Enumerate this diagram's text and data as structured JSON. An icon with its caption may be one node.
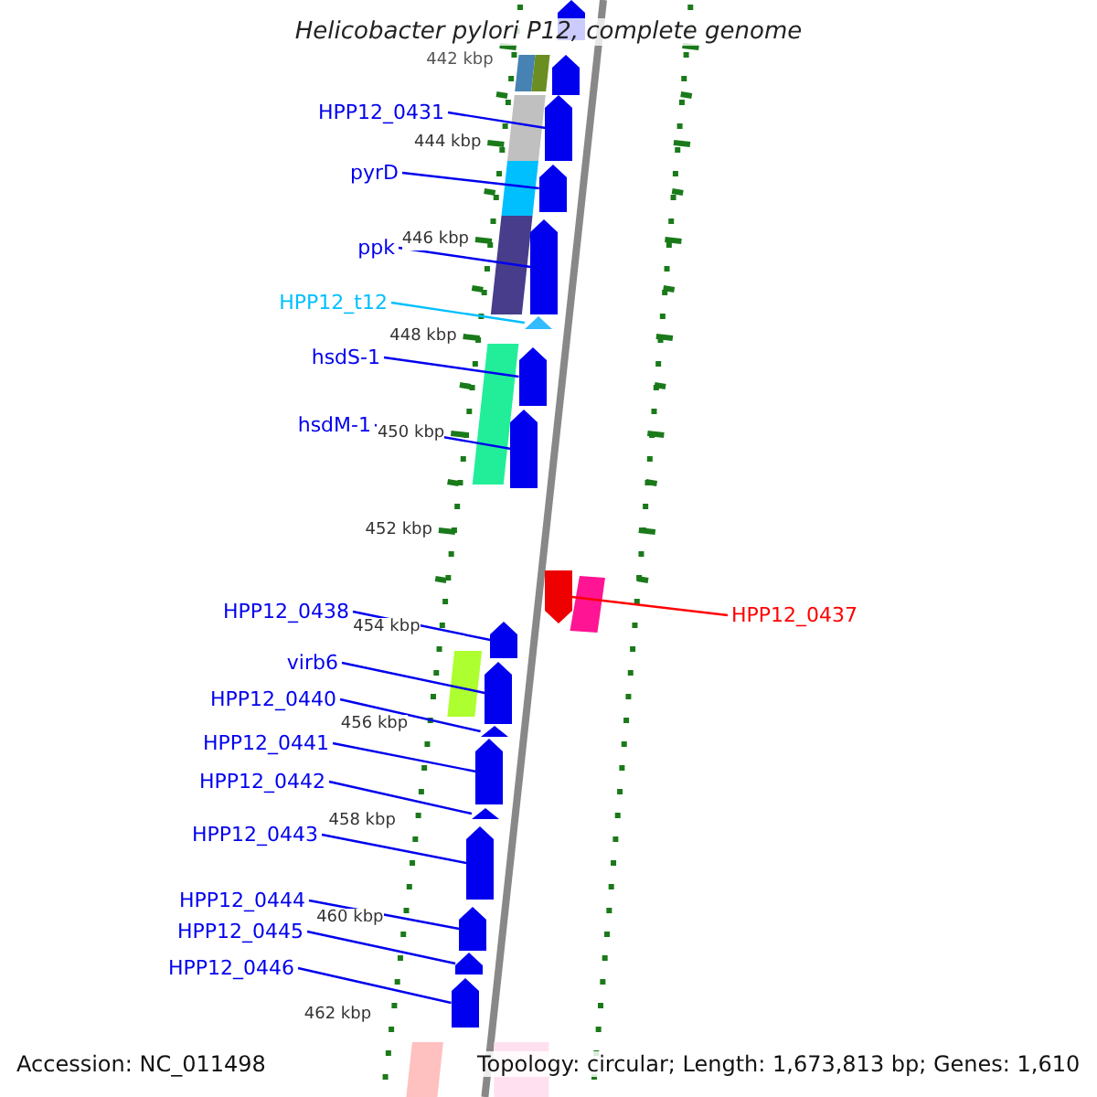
{
  "diagram": {
    "title": "Helicobacter pylori P12, complete genome",
    "nodes": [
      {
        "text": [
          "HPP12_0431"
        ]
      },
      {
        "text": [
          "pyrD"
        ]
      },
      {
        "text": [
          "ppk"
        ]
      },
      {
        "text": [
          "HPP12_t12"
        ]
      },
      {
        "text": [
          "hsdS-1"
        ]
      },
      {
        "text": [
          "hsdM-1"
        ]
      },
      {
        "text": [
          "HPP12_0437"
        ]
      },
      {
        "text": [
          "HPP12_0438"
        ]
      },
      {
        "text": [
          "virb6"
        ]
      },
      {
        "text": [
          "HPP12_0440"
        ]
      },
      {
        "text": [
          "HPP12_0441"
        ]
      },
      {
        "text": [
          "HPP12_0442"
        ]
      },
      {
        "text": [
          "HPP12_0443"
        ]
      },
      {
        "text": [
          "HPP12_0444"
        ]
      },
      {
        "text": [
          "HPP12_0445"
        ]
      },
      {
        "text": [
          "HPP12_0446"
        ]
      },
      {
        "text": [],
        "shape": "arrow"
      },
      {
        "text": [],
        "shape": "arrow"
      },
      {
        "text": [],
        "shape": "arrow"
      },
      {
        "text": [],
        "shape": "arrow"
      },
      {
        "text": [],
        "shape": "arrow"
      },
      {
        "text": [],
        "shape": "arrow"
      },
      {
        "text": [],
        "shape": "arrow"
      },
      {
        "text": [],
        "shape": "arrow"
      },
      {
        "text": [],
        "shape": "arrow"
      },
      {
        "text": [],
        "shape": "arrow"
      },
      {
        "text": [],
        "shape": "arrow"
      },
      {
        "text": [],
        "shape": "arrow"
      },
      {
        "text": [],
        "shape": "arrow"
      },
      {
        "text": [],
        "shape": "arrow"
      },
      {
        "text": [],
        "shape": "arrow"
      },
      {
        "text": [],
        "shape": "arrow"
      },
      {
        "text": [],
        "shape": "arrow"
      },
      {
        "text": [],
        "shape": "arrow"
      }
    ],
    "edges": [
      {
        "from": 0,
        "to": 16,
        "arrow": "none"
      },
      {
        "from": 1,
        "to": 17,
        "arrow": "none"
      },
      {
        "from": 2,
        "to": 18,
        "arrow": "none"
      },
      {
        "from": 3,
        "to": 19,
        "arrow": "none",
        "color": "#00bfff"
      },
      {
        "from": 4,
        "to": 20,
        "arrow": "none"
      },
      {
        "from": 5,
        "to": 21,
        "arrow": "none"
      },
      {
        "from": 6,
        "to": 22,
        "arrow": "none",
        "color": "#ff0000"
      },
      {
        "from": 7,
        "to": 23,
        "arrow": "none"
      },
      {
        "from": 8,
        "to": 24,
        "arrow": "none"
      },
      {
        "from": 9,
        "to": 25,
        "arrow": "none"
      },
      {
        "from": 10,
        "to": 26,
        "arrow": "none"
      },
      {
        "from": 11,
        "to": 27,
        "arrow": "none"
      },
      {
        "from": 12,
        "to": 28,
        "arrow": "none"
      },
      {
        "from": 13,
        "to": 29,
        "arrow": "none"
      },
      {
        "from": 14,
        "to": 30,
        "arrow": "none"
      },
      {
        "from": 15,
        "to": 31,
        "arrow": "none"
      }
    ],
    "labels": [
      "442 kbp",
      "444 kbp",
      "446 kbp",
      "448 kbp",
      "450 kbp",
      "452 kbp",
      "454 kbp",
      "456 kbp",
      "458 kbp",
      "460 kbp",
      "462 kbp",
      "Accession: NC_011498",
      "Topology: circular; Length: 1,673,813 bp; Genes: 1,610"
    ]
  }
}
